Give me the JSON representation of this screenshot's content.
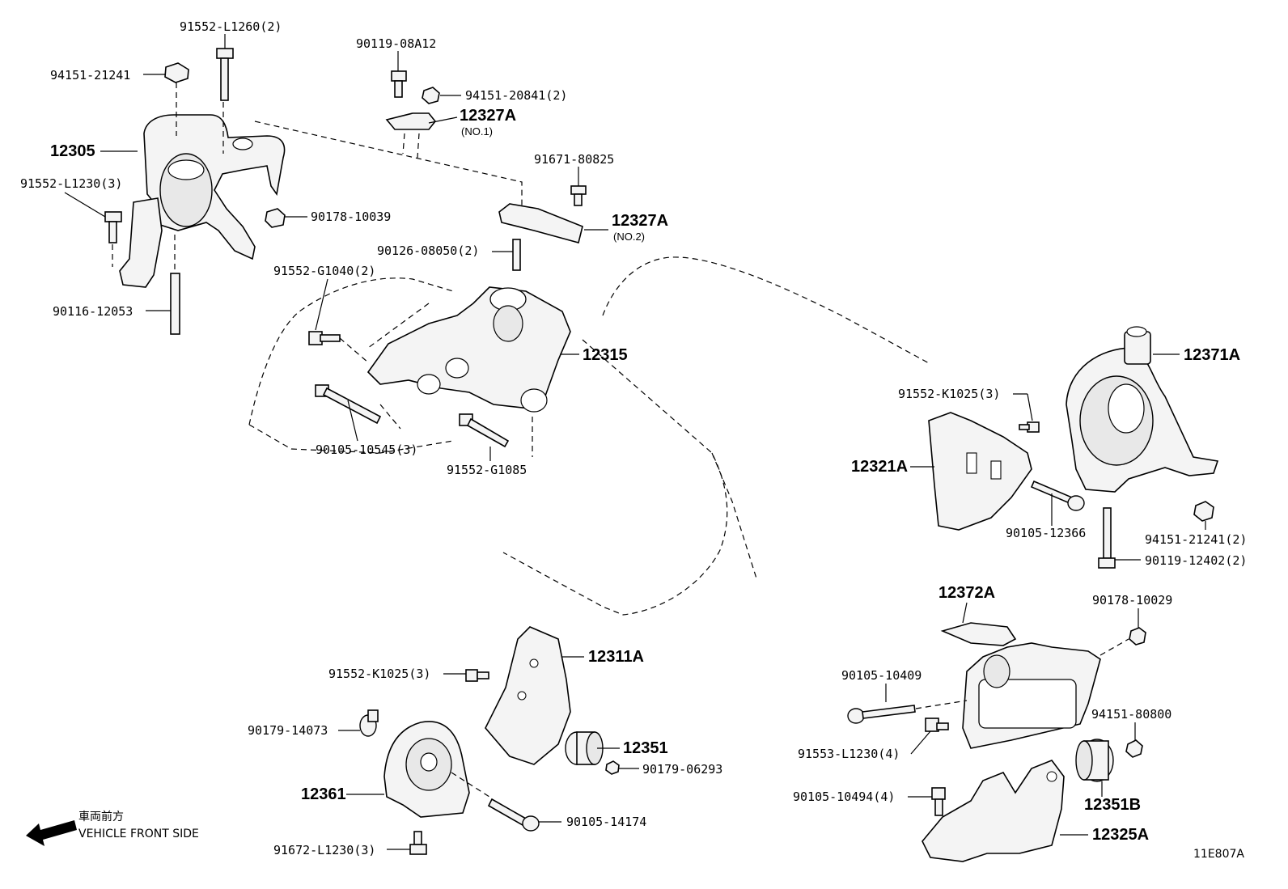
{
  "diagram_code": "11E807A",
  "direction": {
    "jp": "車両前方",
    "en": "VEHICLE FRONT SIDE"
  },
  "labels": {
    "p91552_L1260": "91552-L1260(2)",
    "p94151_21241": "94151-21241",
    "p90119_08A12": "90119-08A12",
    "p94151_20841": "94151-20841(2)",
    "p12327A_1": "12327A",
    "no1": "(NO.1)",
    "p12305": "12305",
    "p91671_80825": "91671-80825",
    "p91552_L1230": "91552-L1230(3)",
    "p90178_10039": "90178-10039",
    "p12327A_2": "12327A",
    "no2": "(NO.2)",
    "p90126_08050": "90126-08050(2)",
    "p91552_G1040": "91552-G1040(2)",
    "p90116_12053": "90116-12053",
    "p12315": "12315",
    "p12371A": "12371A",
    "p91552_K1025a": "91552-K1025(3)",
    "p12321A": "12321A",
    "p90105_10545": "90105-10545(3)",
    "p91552_G1085": "91552-G1085",
    "p90105_12366": "90105-12366",
    "p94151_21241_2": "94151-21241(2)",
    "p90119_12402": "90119-12402(2)",
    "p12372A": "12372A",
    "p90178_10029": "90178-10029",
    "p12311A": "12311A",
    "p91552_K1025b": "91552-K1025(3)",
    "p90105_10409": "90105-10409",
    "p94151_80800": "94151-80800",
    "p90179_14073": "90179-14073",
    "p12351": "12351",
    "p90179_06293": "90179-06293",
    "p91553_L1230": "91553-L1230(4)",
    "p12361": "12361",
    "p90105_10494": "90105-10494(4)",
    "p12351B": "12351B",
    "p90105_14174": "90105-14174",
    "p12325A": "12325A",
    "p91672_L1230": "91672-L1230(3)"
  }
}
